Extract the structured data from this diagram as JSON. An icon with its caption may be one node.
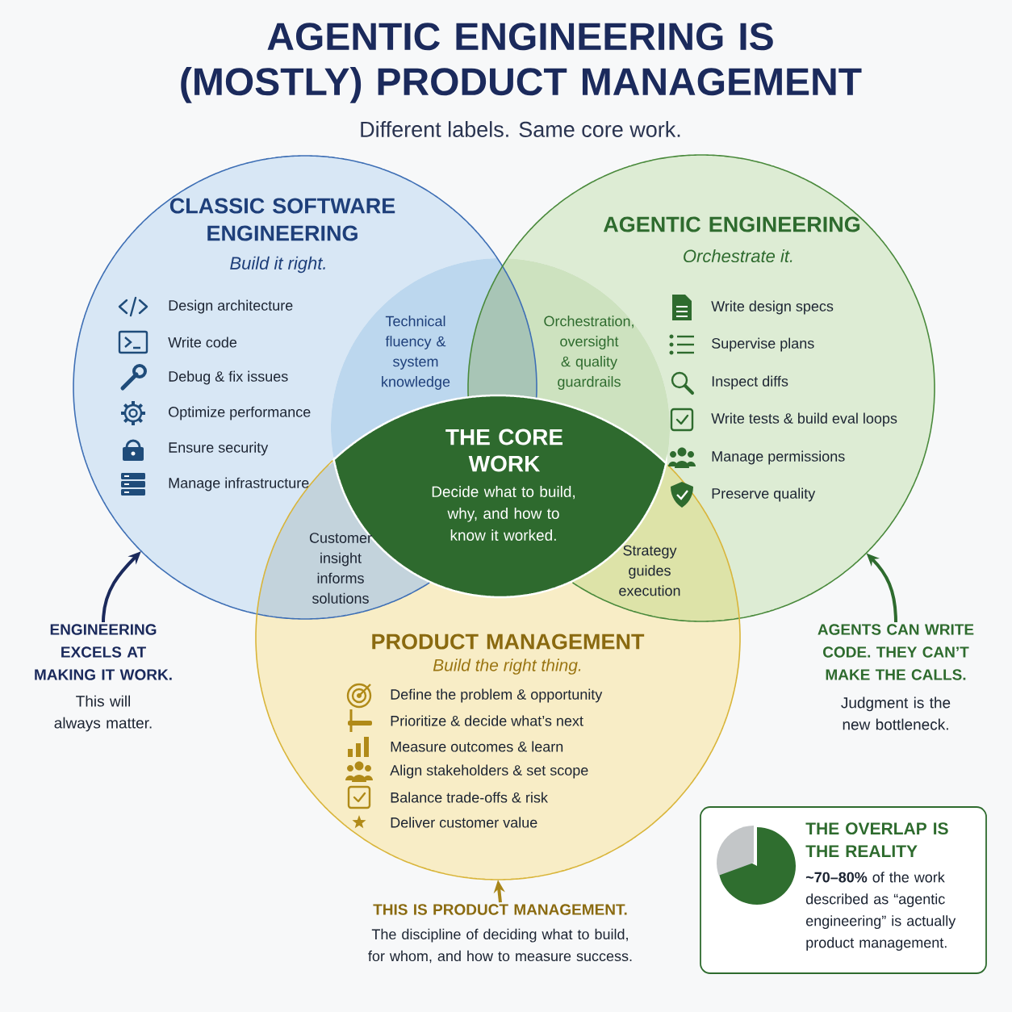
{
  "diagram": {
    "title": "AGENTIC ENGINEERING IS (MOSTLY) PRODUCT MANAGEMENT",
    "nodes": [
      {
        "text": [
          "CLASSIC SOFTWARE ENGINEERING",
          "Build it right.",
          "Design architecture",
          "Write code",
          "Debug & fix issues",
          "Optimize performance",
          "Ensure security",
          "Manage infrastructure"
        ]
      },
      {
        "text": [
          "AGENTIC ENGINEERING",
          "Orchestrate it.",
          "Write design specs",
          "Supervise plans",
          "Inspect diffs",
          "Write tests & build eval loops",
          "Manage permissions",
          "Preserve quality"
        ]
      },
      {
        "text": [
          "PRODUCT MANAGEMENT",
          "Build the right thing.",
          "Define the problem & opportunity",
          "Prioritize & decide what’s next",
          "Measure outcomes & learn",
          "Align stakeholders & set scope",
          "Balance trade-offs & risk",
          "Deliver customer value"
        ]
      },
      {
        "text": [
          "Technical fluency & system knowledge"
        ],
        "in": 0
      },
      {
        "text": [
          "Orchestration, oversight & quality guardrails"
        ],
        "in": 1
      },
      {
        "text": [
          "Customer insight informs solutions"
        ]
      },
      {
        "text": [
          "Strategy guides execution"
        ]
      },
      {
        "text": [
          "THE CORE WORK",
          "Decide what to build, why, and how to know it worked."
        ]
      },
      {
        "text": [
          "ENGINEERING EXCELS AT MAKING IT WORK.",
          "This will always matter."
        ]
      },
      {
        "text": [
          "AGENTS CAN WRITE CODE. THEY CAN’T MAKE THE CALLS.",
          "Judgment is the new bottleneck."
        ]
      },
      {
        "text": [
          "THIS IS PRODUCT MANAGEMENT.",
          "The discipline of deciding what to build, for whom, and how to measure success."
        ]
      },
      {
        "text": [
          "THE OVERLAP IS THE REALITY",
          "**~70–80%** of the work described as “agentic engineering” is actually product management."
        ]
      },
      {
        "text": [],
        "shape": "lens"
      }
    ],
    "edges": [
      {
        "from": 8,
        "to": 0,
        "arrow": "to",
        "color": "#1b2a5c"
      },
      {
        "from": 9,
        "to": 1,
        "arrow": "to",
        "color": "#2e6b2e"
      },
      {
        "from": 10,
        "to": 2,
        "arrow": "to",
        "color": "#a8861a"
      }
    ],
    "labels": [
      "Different labels. Same core work."
    ]
  }
}
